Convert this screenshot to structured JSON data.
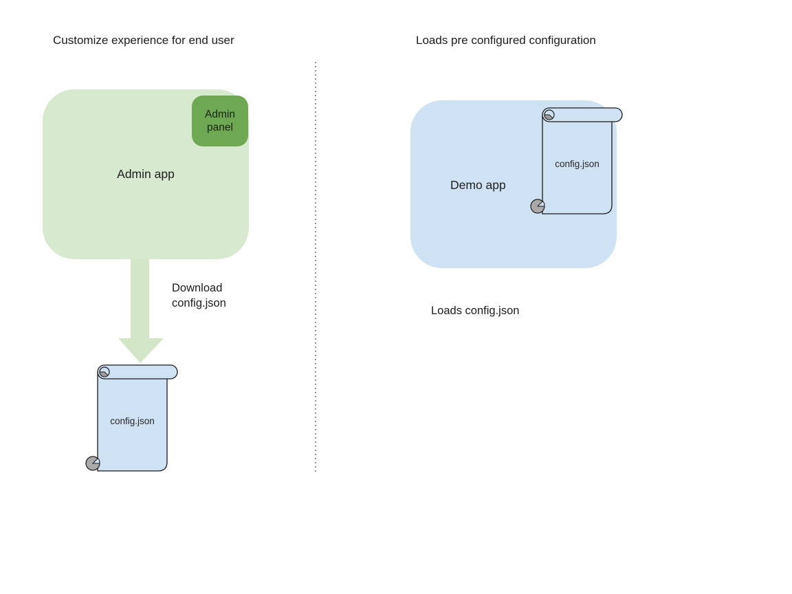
{
  "left": {
    "title": "Customize experience for end user",
    "app_label": "Admin app",
    "panel_label": "Admin\npanel",
    "arrow_caption": "Download\nconfig.json",
    "file_label": "config.json"
  },
  "right": {
    "title": "Loads pre configured configuration",
    "app_label": "Demo app",
    "file_label": "config.json",
    "caption": "Loads config.json"
  },
  "colors": {
    "app_box_green": "#d7e9cf",
    "panel_green": "#6fa852",
    "file_blue": "#cfe2f3",
    "arrow_green": "#d3e6c8",
    "divider_gray": "#909090",
    "curl_gray": "#a9a9a9"
  }
}
